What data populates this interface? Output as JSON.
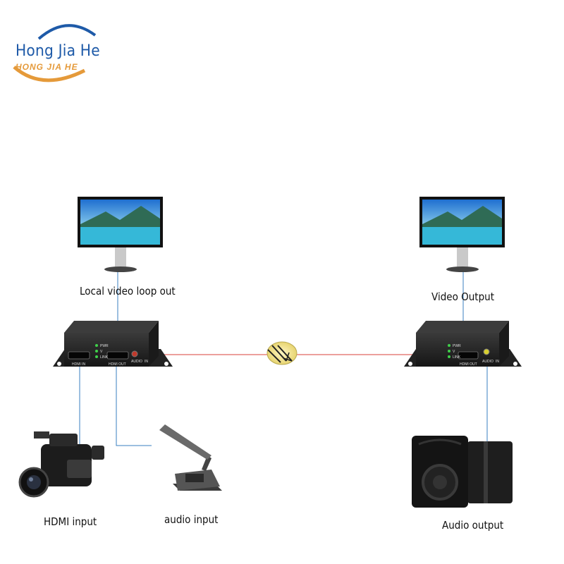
{
  "brand": {
    "name": "Hong Jia He",
    "sub": "HONG JIA HE"
  },
  "labels": {
    "local_loop": "Local video loop out",
    "video_output": "Video Output",
    "hdmi_input": "HDMI input",
    "audio_input": "audio input",
    "audio_output": "Audio output"
  },
  "device": {
    "leds": [
      "PWR",
      "V",
      "LINK"
    ],
    "hdmi_in": "HDMI IN",
    "hdmi_out": "HDMI OUT",
    "audio": "AUDIO",
    "audio_dir_tx": "IN",
    "audio_dir_rx": "IN"
  },
  "colors": {
    "brand_blue": "#1e5aa8",
    "brand_orange": "#e59a3a",
    "cable_red": "#d9403a",
    "cable_blue": "#3a7fc0",
    "led_green": "#3fd14a"
  }
}
